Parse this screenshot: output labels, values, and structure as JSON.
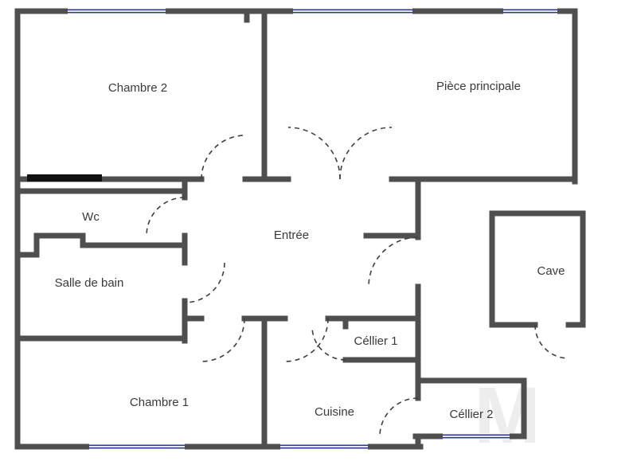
{
  "floorplan": {
    "rooms": [
      {
        "id": "chambre-2",
        "label": "Chambre 2"
      },
      {
        "id": "piece-principale",
        "label": "Pièce principale"
      },
      {
        "id": "wc",
        "label": "Wc"
      },
      {
        "id": "salle-de-bain",
        "label": "Salle de bain"
      },
      {
        "id": "entree",
        "label": "Entrée"
      },
      {
        "id": "cave",
        "label": "Cave"
      },
      {
        "id": "chambre-1",
        "label": "Chambre 1"
      },
      {
        "id": "cuisine",
        "label": "Cuisine"
      },
      {
        "id": "cellier-1",
        "label": "Céllier 1"
      },
      {
        "id": "cellier-2",
        "label": "Céllier 2"
      }
    ],
    "watermark": "M",
    "colors": {
      "background": "#ffffff",
      "wall": "#4f4f4f",
      "window": "#2b3990",
      "door_arc": "#3f3f3f",
      "label": "#3a3a3a",
      "solid_fill": "#111111",
      "watermark": "#e0e0e0"
    }
  }
}
